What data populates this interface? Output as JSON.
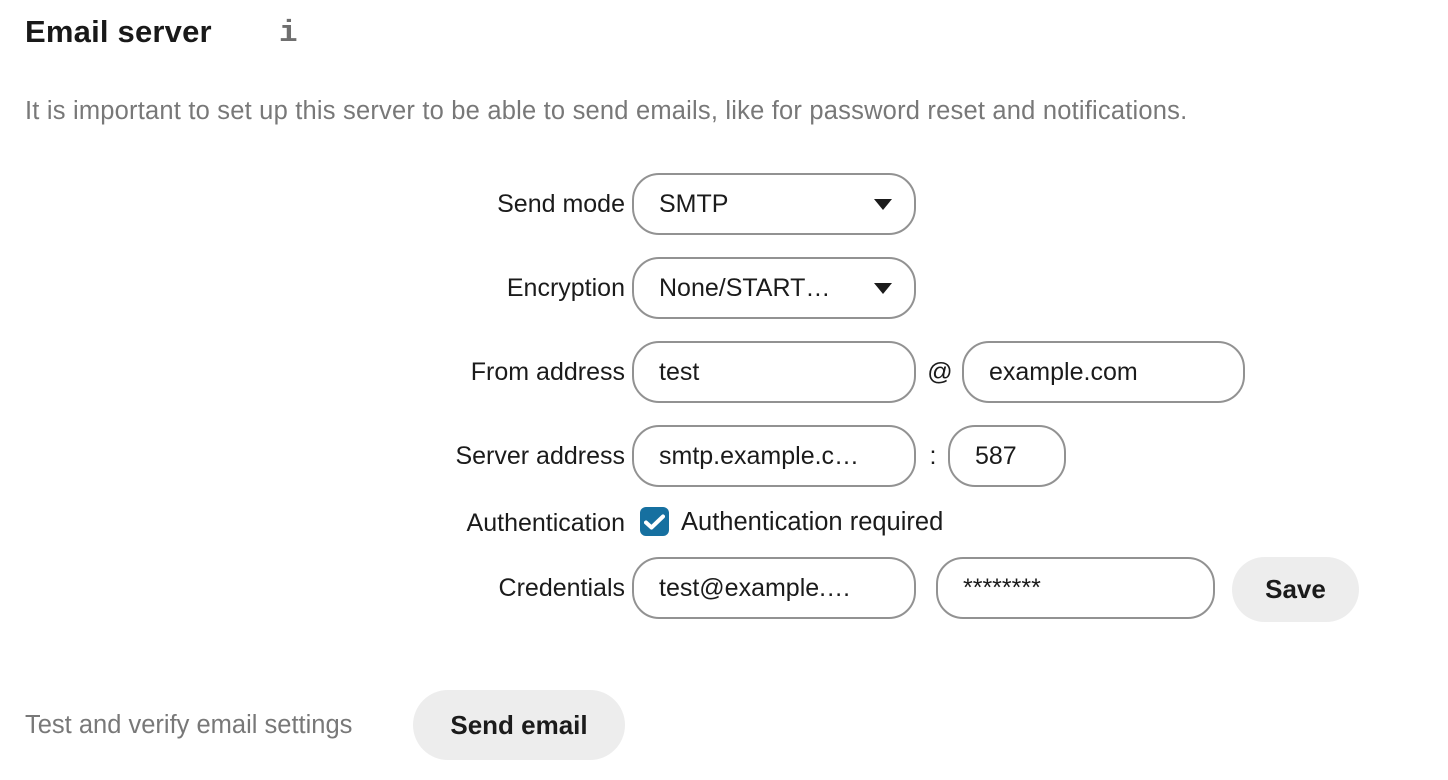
{
  "page": {
    "title": "Email server",
    "description": "It is important to set up this server to be able to send emails, like for password reset and notifications."
  },
  "icons": {
    "info": "i"
  },
  "form": {
    "send_mode": {
      "label": "Send mode",
      "value": "SMTP"
    },
    "encryption": {
      "label": "Encryption",
      "value": "None/START…"
    },
    "from_address": {
      "label": "From address",
      "local_part": "test",
      "separator": "@",
      "domain": "example.com"
    },
    "server_address": {
      "label": "Server address",
      "host": "smtp.example.c…",
      "separator": ":",
      "port": "587"
    },
    "authentication": {
      "label": "Authentication",
      "checkbox_label": "Authentication required",
      "checked": true
    },
    "credentials": {
      "label": "Credentials",
      "username": "test@example.…",
      "password": "********",
      "save_label": "Save"
    }
  },
  "test_section": {
    "label": "Test and verify email settings",
    "button_label": "Send email"
  },
  "colors": {
    "checkbox_fill": "#1670a0",
    "input_border": "#929292",
    "button_background": "#ededed",
    "text": "#1b1b1b",
    "muted_text": "#787878"
  }
}
